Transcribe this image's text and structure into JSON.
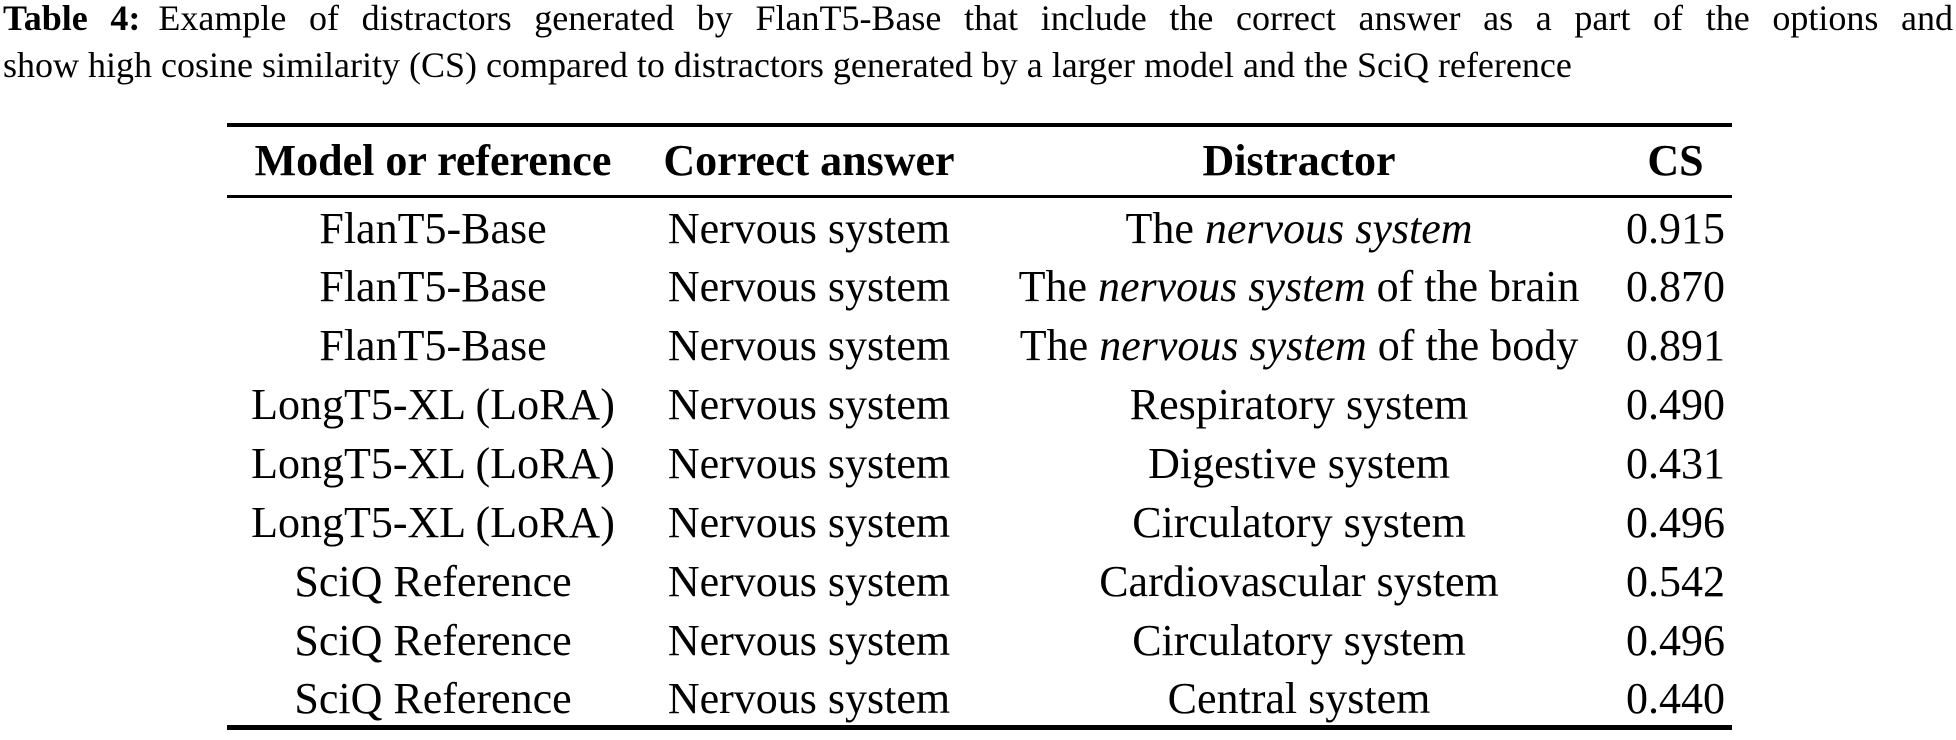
{
  "caption": {
    "label": "Table 4:",
    "line1": "Example of distractors generated by FlanT5-Base that include the correct answer as a part of the options and",
    "line2": "show high cosine similarity (CS) compared to distractors generated by a larger model and the SciQ reference"
  },
  "table": {
    "headers": [
      "Model or reference",
      "Correct answer",
      "Distractor",
      "CS"
    ],
    "rows": [
      {
        "model": "FlanT5-Base",
        "answer": "Nervous system",
        "distractor": [
          {
            "t": "The ",
            "i": false
          },
          {
            "t": "nervous system",
            "i": true
          }
        ],
        "cs": "0.915"
      },
      {
        "model": "FlanT5-Base",
        "answer": "Nervous system",
        "distractor": [
          {
            "t": "The ",
            "i": false
          },
          {
            "t": "nervous system",
            "i": true
          },
          {
            "t": " of the brain",
            "i": false
          }
        ],
        "cs": "0.870"
      },
      {
        "model": "FlanT5-Base",
        "answer": "Nervous system",
        "distractor": [
          {
            "t": "The ",
            "i": false
          },
          {
            "t": "nervous system",
            "i": true
          },
          {
            "t": " of the body",
            "i": false
          }
        ],
        "cs": "0.891"
      },
      {
        "model": "LongT5-XL (LoRA)",
        "answer": "Nervous system",
        "distractor": [
          {
            "t": "Respiratory system",
            "i": false
          }
        ],
        "cs": "0.490"
      },
      {
        "model": "LongT5-XL (LoRA)",
        "answer": "Nervous system",
        "distractor": [
          {
            "t": "Digestive system",
            "i": false
          }
        ],
        "cs": "0.431"
      },
      {
        "model": "LongT5-XL (LoRA)",
        "answer": "Nervous system",
        "distractor": [
          {
            "t": "Circulatory system",
            "i": false
          }
        ],
        "cs": "0.496"
      },
      {
        "model": "SciQ Reference",
        "answer": "Nervous system",
        "distractor": [
          {
            "t": "Cardiovascular system",
            "i": false
          }
        ],
        "cs": "0.542"
      },
      {
        "model": "SciQ Reference",
        "answer": "Nervous system",
        "distractor": [
          {
            "t": "Circulatory system",
            "i": false
          }
        ],
        "cs": "0.496"
      },
      {
        "model": "SciQ Reference",
        "answer": "Nervous system",
        "distractor": [
          {
            "t": "Central system",
            "i": false
          }
        ],
        "cs": "0.440"
      }
    ]
  },
  "colors": {
    "text": "#000000",
    "background": "#ffffff",
    "rule": "#000000"
  }
}
